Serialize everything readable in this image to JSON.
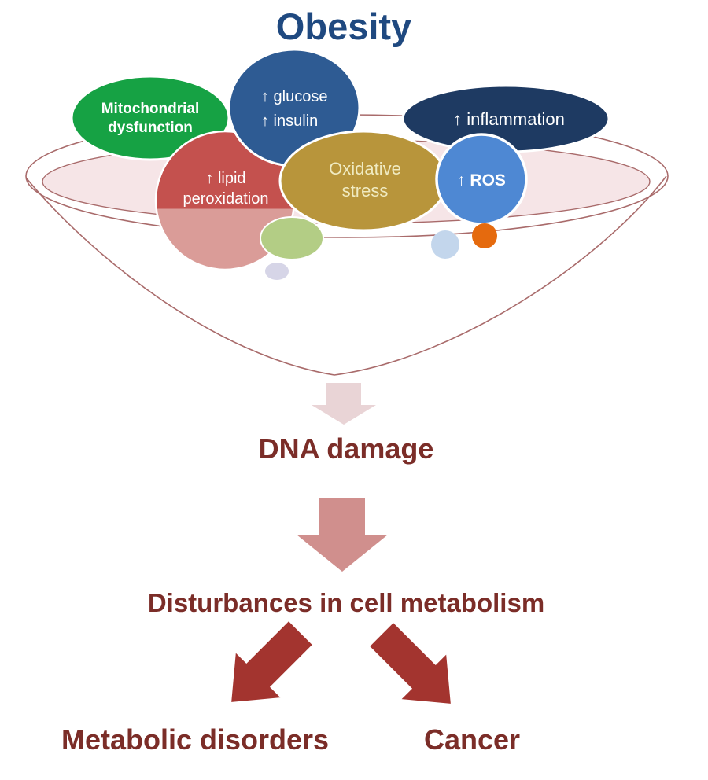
{
  "title": "Obesity",
  "palette": {
    "title_blue": "#1F4980",
    "maroon_text": "#7B2D28",
    "funnel_stroke": "#A96B6B",
    "funnel_fill": "#F6E5E7",
    "arrow_pale": "#E9D4D6",
    "arrow_rose": "#D08F8D",
    "arrow_dark": "#A3342F",
    "white_text": "#FFFFFF"
  },
  "bubbles": {
    "mitochondrial": {
      "line1": "Mitochondrial",
      "line2": "dysfunction",
      "color": "#16A244"
    },
    "glucose_insulin": {
      "line1": "↑ glucose",
      "line2": "↑ insulin",
      "color": "#2E5B93"
    },
    "inflammation": {
      "label": "↑ inflammation",
      "color": "#1E3A62"
    },
    "lipid_peroxidation": {
      "line1": "↑ lipid",
      "line2": "peroxidation",
      "color_top": "#C4514E",
      "color_bottom": "#DA9C98"
    },
    "oxidative_stress": {
      "line1": "Oxidative",
      "line2": "stress",
      "color": "#B8953B",
      "text_color": "#F0EBC2"
    },
    "ros": {
      "label": "↑ ROS",
      "color": "#4E88D3"
    },
    "dots": {
      "light_green": "#B3CD85",
      "lavender": "#D6D5E7",
      "light_blue": "#C3D6EC",
      "orange": "#E56A0E"
    }
  },
  "flow": {
    "dna_damage": "DNA damage",
    "disturbances": "Disturbances in cell metabolism",
    "metabolic_disorders": "Metabolic disorders",
    "cancer": "Cancer"
  }
}
